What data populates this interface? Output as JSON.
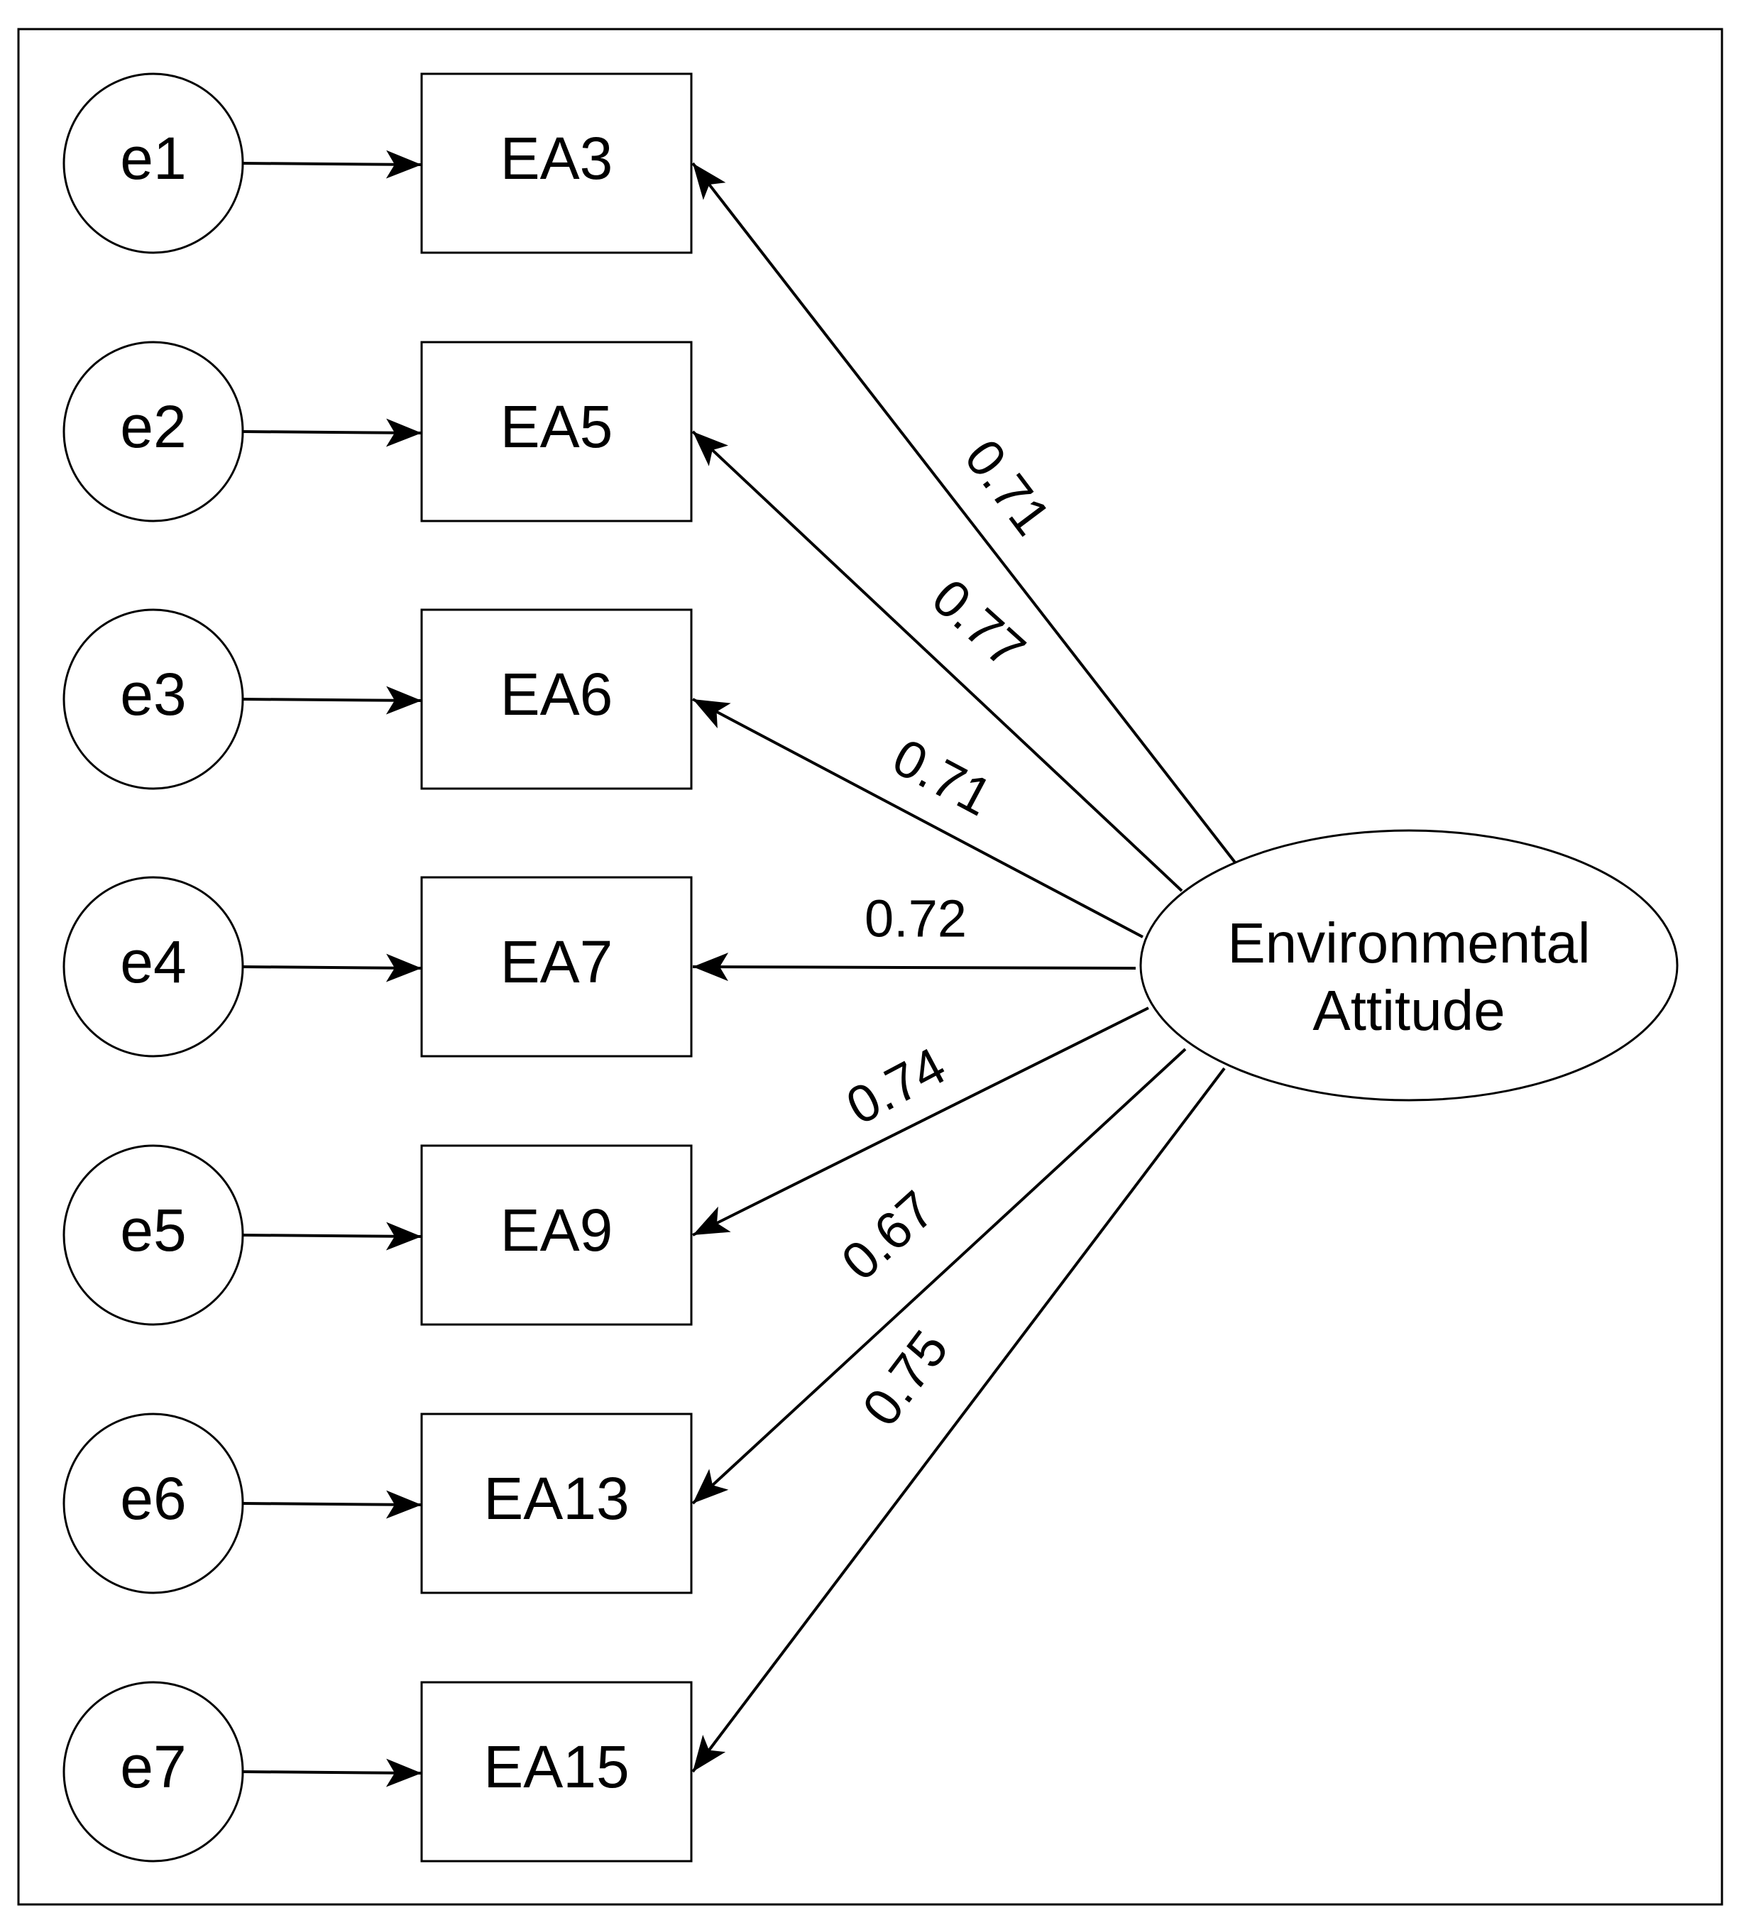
{
  "latent": {
    "label_line1": "Environmental",
    "label_line2": "Attitude"
  },
  "errors": [
    "e1",
    "e2",
    "e3",
    "e4",
    "e5",
    "e6",
    "e7"
  ],
  "indicators": [
    "EA3",
    "EA5",
    "EA6",
    "EA7",
    "EA9",
    "EA13",
    "EA15"
  ],
  "loadings": [
    "0.71",
    "0.77",
    "0.71",
    "0.72",
    "0.74",
    "0.67",
    "0.75"
  ]
}
